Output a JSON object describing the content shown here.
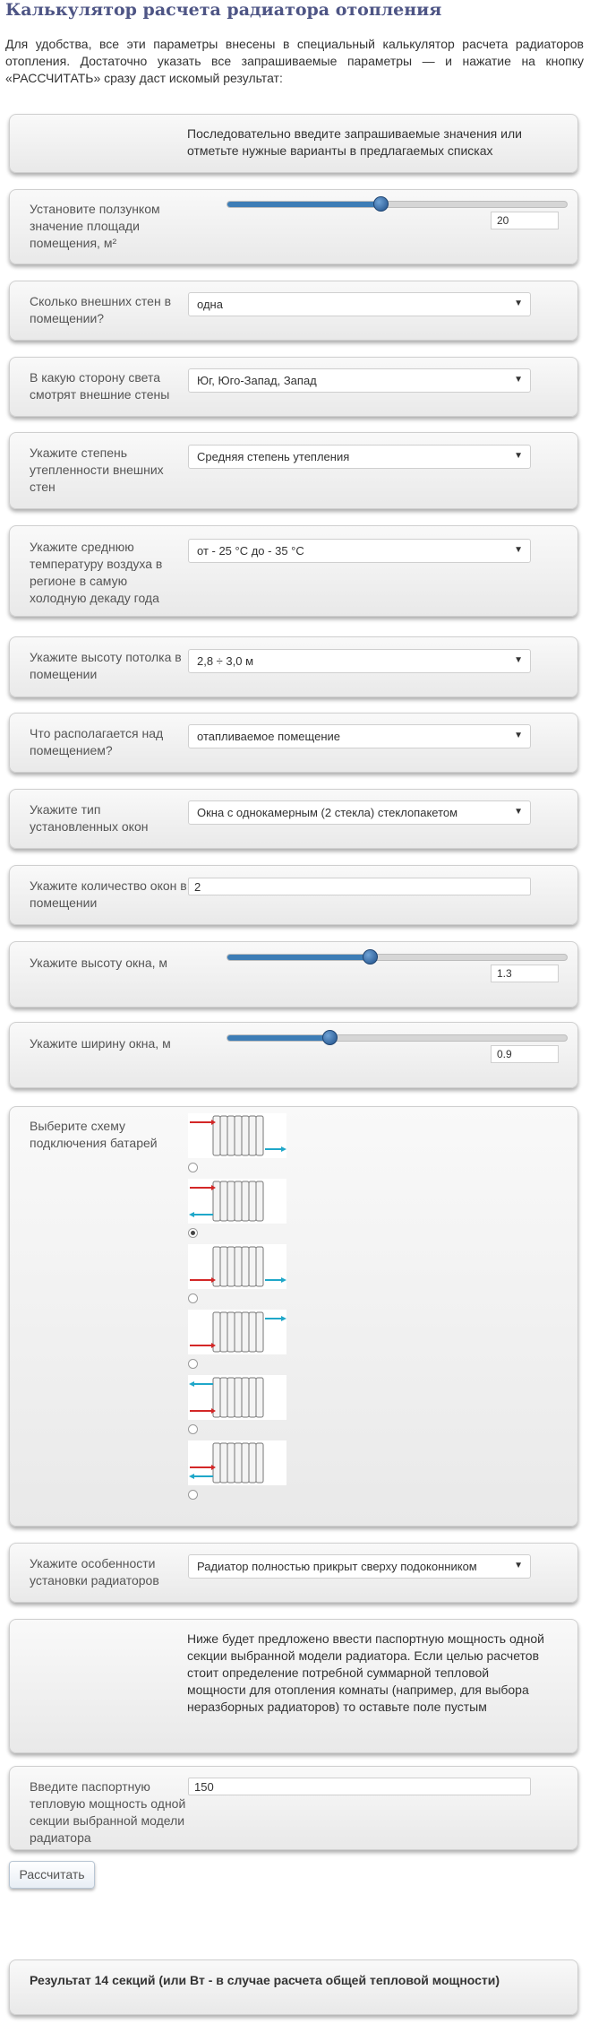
{
  "title": "Калькулятор расчета радиатора отопления",
  "intro": "Для удобства, все эти параметры внесены в специальный калькулятор расчета радиаторов отопления. Достаточно указать все запрашиваемые параметры — и нажатие на кнопку «РАССЧИТАТЬ» сразу даст искомый результат:",
  "instruction": "Последовательно введите запрашиваемые значения или отметьте нужные варианты в предлагаемых списках",
  "area": {
    "label": "Установите ползунком значение площади помещения, м²",
    "value": "20",
    "fraction": 0.45
  },
  "walls": {
    "label": "Сколько внешних стен в помещении?",
    "selected": "одна"
  },
  "direction": {
    "label": "В какую сторону света смотрят внешние стены",
    "selected": "Юг, Юго-Запад, Запад"
  },
  "insulation": {
    "label": "Укажите степень утепленности внешних стен",
    "selected": "Средняя степень утепления"
  },
  "temperature": {
    "label": "Укажите среднюю температуру воздуха в регионе в самую холодную декаду года",
    "selected": "от - 25 °С до - 35 °С"
  },
  "ceiling": {
    "label": "Укажите высоту потолка в помещении",
    "selected": "2,8 ÷ 3,0 м"
  },
  "above": {
    "label": "Что располагается над помещением?",
    "selected": "отапливаемое помещение"
  },
  "window_type": {
    "label": "Укажите тип установленных окон",
    "selected": "Окна с однокамерным (2 стекла) стеклопакетом"
  },
  "window_count": {
    "label": "Укажите количество окон в помещении",
    "value": "2"
  },
  "window_height": {
    "label": "Укажите высоту окна, м",
    "value": "1.3",
    "fraction": 0.42
  },
  "window_width": {
    "label": "Укажите ширину окна, м",
    "value": "0.9",
    "fraction": 0.3
  },
  "scheme": {
    "label": "Выберите схему подключения батарей",
    "selected_index": 1
  },
  "mounting": {
    "label": "Укажите особенности установки радиаторов",
    "selected": "Радиатор полностью прикрыт сверху подоконником"
  },
  "power_info": "Ниже будет предложено ввести паспортную мощность одной секции выбранной модели радиатора. Если целью расчетов стоит определение потребной суммарной тепловой мощности для отопления комнаты (например, для выбора неразборных радиаторов) то оставьте поле пустым",
  "power": {
    "label": "Введите паспортную тепловую мощность одной секции выбранной модели радиатора",
    "value": "150"
  },
  "button_label": "Рассчитать",
  "result": "Результат 14 секций (или Вт - в случае расчета общей тепловой мощности)",
  "colors": {
    "title": "#4e5585",
    "slider_fill": "#3d7db6",
    "arrow_in": "#d32727",
    "arrow_out": "#1fa7c9"
  }
}
